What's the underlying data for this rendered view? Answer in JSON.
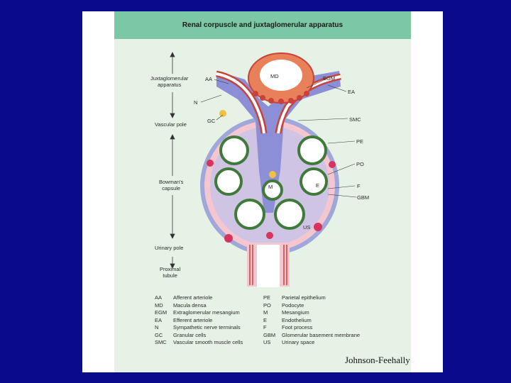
{
  "title": "Renal corpuscle and juxtaglomerular apparatus",
  "credit": "Johnson-Feehally",
  "left_labels": {
    "juxtaglomerular": "Juxtaglomerular\napparatus",
    "vascular_pole": "Vascular pole",
    "bowmans_capsule": "Bowman's\ncapsule",
    "urinary_pole": "Urinary pole",
    "proximal_tubule": "Proximal\ntubule"
  },
  "diagram_labels": {
    "aa": "AA",
    "n": "N",
    "gc": "GC",
    "md": "MD",
    "egm": "EGM",
    "ea": "EA",
    "smc": "SMC",
    "pe": "PE",
    "po": "PO",
    "m": "M",
    "e": "E",
    "f": "F",
    "gbm": "GBM",
    "us": "US"
  },
  "legend_left": [
    {
      "abbr": "AA",
      "text": "Afferent arteriole"
    },
    {
      "abbr": "MD",
      "text": "Macula densa"
    },
    {
      "abbr": "EGM",
      "text": "Extraglomerular mesangium"
    },
    {
      "abbr": "EA",
      "text": "Efferent arteriole"
    },
    {
      "abbr": "N",
      "text": "Sympathetic nerve terminals"
    },
    {
      "abbr": "GC",
      "text": "Granular cells"
    },
    {
      "abbr": "SMC",
      "text": "Vascular smooth muscle cells"
    }
  ],
  "legend_right": [
    {
      "abbr": "PE",
      "text": "Parietal epithelium"
    },
    {
      "abbr": "PO",
      "text": "Podocyte"
    },
    {
      "abbr": "M",
      "text": "Mesangium"
    },
    {
      "abbr": "E",
      "text": "Endothelium"
    },
    {
      "abbr": "F",
      "text": "Foot process"
    },
    {
      "abbr": "GBM",
      "text": "Glomerular basement membrane"
    },
    {
      "abbr": "US",
      "text": "Urinary space"
    }
  ],
  "colors": {
    "background": "#0a0a8c",
    "banner": "#7cc7a4",
    "mesangium": "#8c8fd6",
    "capsule": "#f4c6cf",
    "podocyte": "#3f7a3a",
    "arteriole_wall": "#c8423a"
  }
}
